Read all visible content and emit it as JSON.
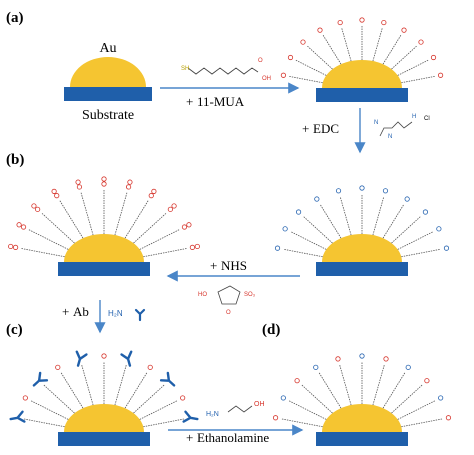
{
  "panels": {
    "a": "(a)",
    "b": "(b)",
    "c": "(c)",
    "d": "(d)"
  },
  "labels": {
    "au": "Au",
    "substrate": "Substrate"
  },
  "steps": {
    "mua": "11-MUA",
    "edc": "EDC",
    "nhs": "NHS",
    "ab": "Ab",
    "ethanolamine": "Ethanolamine"
  },
  "step_prefix": "+",
  "chem": {
    "sh": "SH",
    "oh": "OH",
    "o": "O",
    "cl": "Cl",
    "n": "N",
    "nh": "H",
    "h2n": "H₂N",
    "ho": "HO",
    "so3": "SO₃",
    "na": "N⁺"
  },
  "colors": {
    "gold": "#f5c531",
    "substrate": "#1f5faa",
    "arrow": "#4a86c8",
    "blue_text": "#2563b0",
    "red_text": "#d6342b",
    "chain": "#555555",
    "antibody": "#1f5faa"
  },
  "icons": {
    "antibody": "y-antibody-icon"
  }
}
